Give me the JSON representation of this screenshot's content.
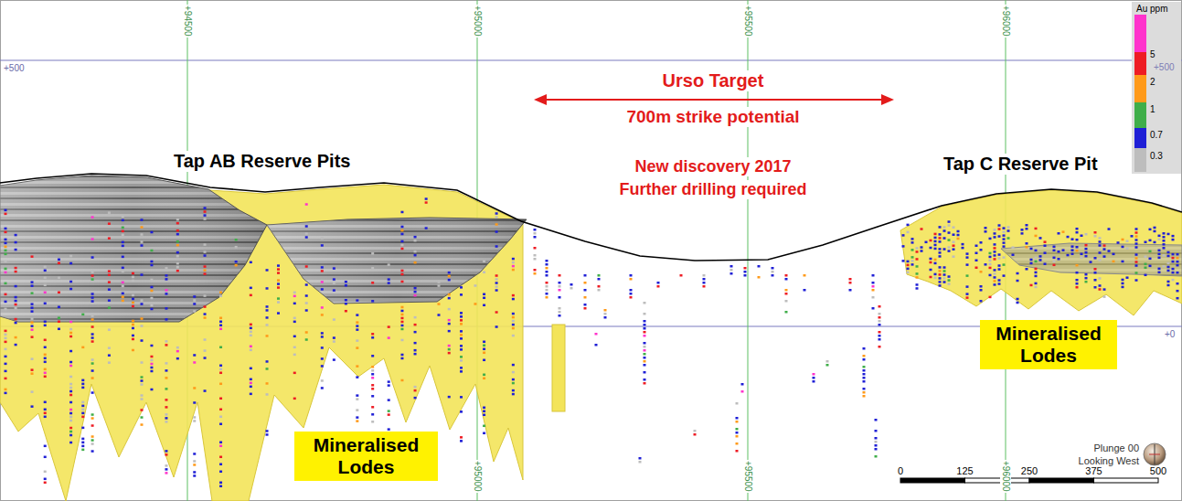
{
  "diagram": {
    "nodes": [
      {
        "text": [
          "Mineralised Lodes"
        ]
      },
      {
        "text": [
          "Mineralised Lodes"
        ]
      }
    ],
    "labels": [
      "+94500",
      "+95000",
      "+95500",
      "+96000",
      "Au ppm",
      "+500",
      "+500",
      "Urso Target",
      "700m strike potential",
      "Tap AB Reserve Pits",
      "New discovery 2017",
      "Further drilling required",
      "Tap C Reserve Pit",
      "+0",
      "Plunge 00",
      "Looking West",
      "+95000",
      "+95500",
      "+96000",
      "0",
      "125",
      "250",
      "375",
      "500"
    ],
    "legend": [
      {
        "text": "5",
        "color": "#ee1c24"
      },
      {
        "text": "2",
        "color": "#ff9a1a"
      },
      {
        "text": "1",
        "color": "#3fae49"
      },
      {
        "text": "0.7",
        "color": "#1f1fd6"
      },
      {
        "text": "0.3",
        "color": "#bdbdbd"
      }
    ]
  }
}
